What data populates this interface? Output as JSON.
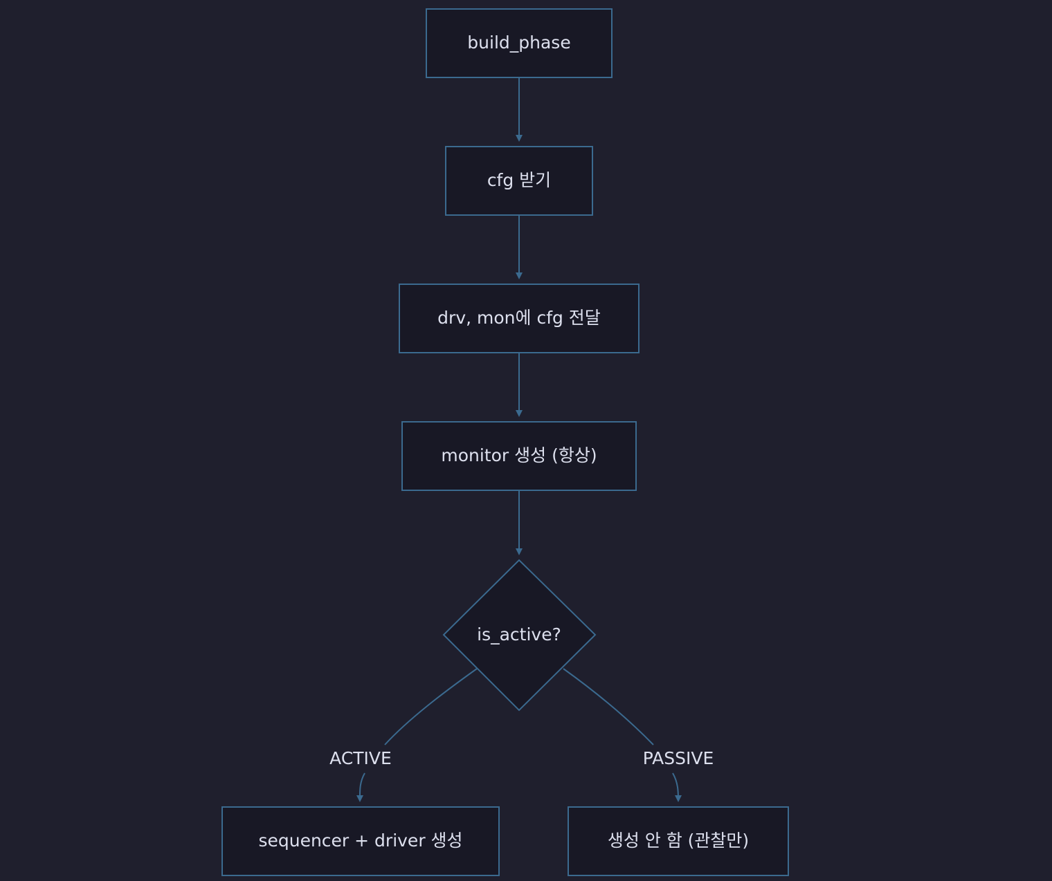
{
  "nodes": {
    "build_phase": "build_phase",
    "cfg_receive": "cfg 받기",
    "cfg_pass": "drv, mon에 cfg 전달",
    "monitor_create": "monitor 생성 (항상)",
    "is_active": "is_active?",
    "active_create": "sequencer + driver 생성",
    "passive_none": "생성 안 함 (관찰만)"
  },
  "edges": {
    "active_label": "ACTIVE",
    "passive_label": "PASSIVE"
  },
  "colors": {
    "background": "#1f1f2d",
    "node_fill": "#181825",
    "stroke": "#3b6a8f",
    "text": "#dde0ee"
  }
}
